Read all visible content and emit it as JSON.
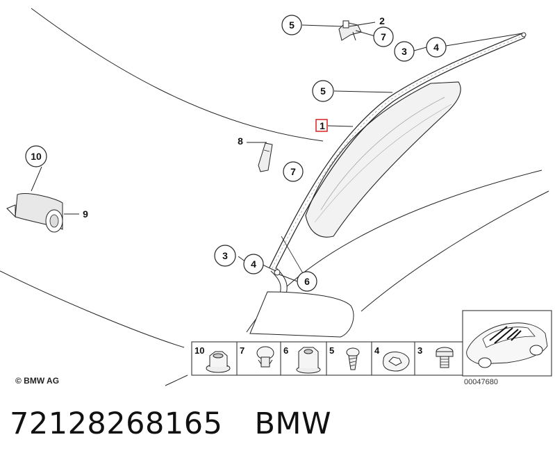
{
  "callouts": {
    "c1": "1",
    "c2": "2",
    "c3a": "3",
    "c3b": "3",
    "c4a": "4",
    "c4b": "4",
    "c5a": "5",
    "c5b": "5",
    "c6": "6",
    "c7a": "7",
    "c7b": "7",
    "c8": "8",
    "c9": "9",
    "c10": "10"
  },
  "parts_strip": [
    "10",
    "7",
    "6",
    "5",
    "4",
    "3"
  ],
  "copyright": "© BMW AG",
  "image_id": "00047680",
  "caption": {
    "part_number": "72128268165",
    "brand": "BMW"
  },
  "colors": {
    "line": "#222222",
    "highlight_box": "#d62020",
    "light": "#cccccc"
  }
}
